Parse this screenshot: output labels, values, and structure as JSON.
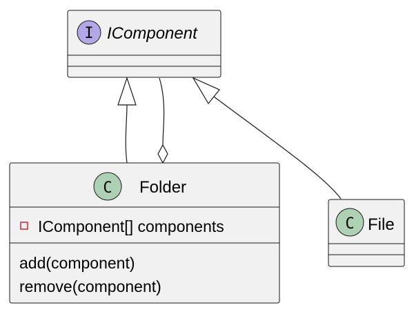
{
  "colors": {
    "box_fill": "#f1f1f1",
    "border": "#181818",
    "interface_circle": "#b4a7e5",
    "class_circle": "#add1b2",
    "private_marker": "#c82930"
  },
  "interface": {
    "stereotype_letter": "I",
    "name": "IComponent"
  },
  "folder": {
    "stereotype_letter": "C",
    "name": "Folder",
    "attributes": [
      {
        "visibility": "private",
        "text": "IComponent[] components"
      }
    ],
    "methods": [
      "add(component)",
      "remove(component)"
    ]
  },
  "file": {
    "stereotype_letter": "C",
    "name": "File"
  },
  "relations": [
    {
      "from": "folder",
      "to": "interface",
      "kind": "realization"
    },
    {
      "from": "interface",
      "to": "folder",
      "kind": "aggregation"
    },
    {
      "from": "file",
      "to": "interface",
      "kind": "realization"
    }
  ]
}
